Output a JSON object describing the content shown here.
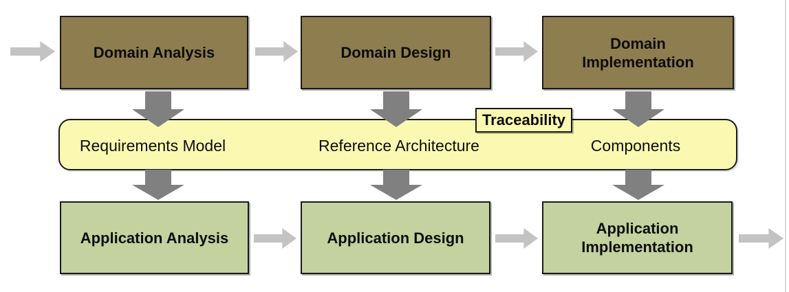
{
  "diagram": {
    "name": "domain-and-application-engineering-process",
    "top_row": [
      {
        "label": "Domain Analysis"
      },
      {
        "label": "Domain Design"
      },
      {
        "label": "Domain Implementation"
      }
    ],
    "band": {
      "tag": "Traceability",
      "items": [
        {
          "label": "Requirements Model"
        },
        {
          "label": "Reference Architecture"
        },
        {
          "label": "Components"
        }
      ]
    },
    "bottom_row": [
      {
        "label": "Application Analysis"
      },
      {
        "label": "Application Design"
      },
      {
        "label": "Application Implementation"
      }
    ],
    "colors": {
      "domain_box": "#8e7d4e",
      "application_box": "#c3d29e",
      "band_fill": "#fbf9b1",
      "tag_fill": "#fbf9b1",
      "arrow_dark": "#808080",
      "arrow_light": "#c3c3c3",
      "border": "#1a1a1a"
    }
  }
}
